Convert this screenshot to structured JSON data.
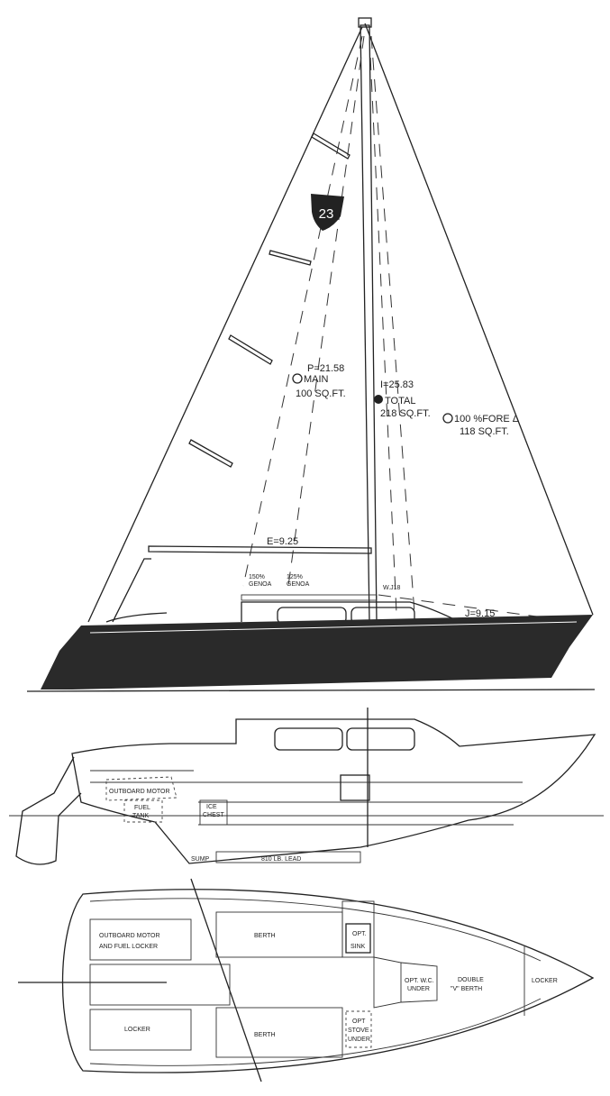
{
  "colors": {
    "ink": "#222222",
    "hull": "#2a2a2a",
    "paper": "#ffffff"
  },
  "sail_plan": {
    "logo": "23",
    "p": "P=21.58",
    "i": "I=25.83",
    "e": "E=9.25",
    "j": "J=9.15",
    "wj": "W.J18",
    "main": {
      "title": "MAIN",
      "area": "100 SQ.FT."
    },
    "total": {
      "title": "TOTAL",
      "area": "218 SQ.FT."
    },
    "fore": {
      "title": "100 %FORE Δ",
      "area": "118 SQ.FT."
    },
    "genoa150": {
      "pct": "150%",
      "name": "GENOA"
    },
    "genoa125": {
      "pct": "125%",
      "name": "GENOA"
    }
  },
  "profile": {
    "outboard": "OUTBOARD MOTOR",
    "fuel1": "FUEL",
    "fuel2": "TANK",
    "ice1": "ICE",
    "ice2": "CHEST",
    "sump": "SUMP",
    "lead": "810 LB. LEAD"
  },
  "plan": {
    "outboard1": "OUTBOARD MOTOR",
    "outboard2": "AND FUEL LOCKER",
    "locker_aft": "LOCKER",
    "berth_top": "BERTH",
    "berth_bottom": "BERTH",
    "sink1": "OPT.",
    "sink2": "SINK",
    "wc1": "OPT. W.C.",
    "wc2": "UNDER",
    "stove1": "OPT",
    "stove2": "STOVE",
    "stove3": "UNDER",
    "vberth1": "DOUBLE",
    "vberth2": "\"V\" BERTH",
    "locker_fwd": "LOCKER"
  }
}
